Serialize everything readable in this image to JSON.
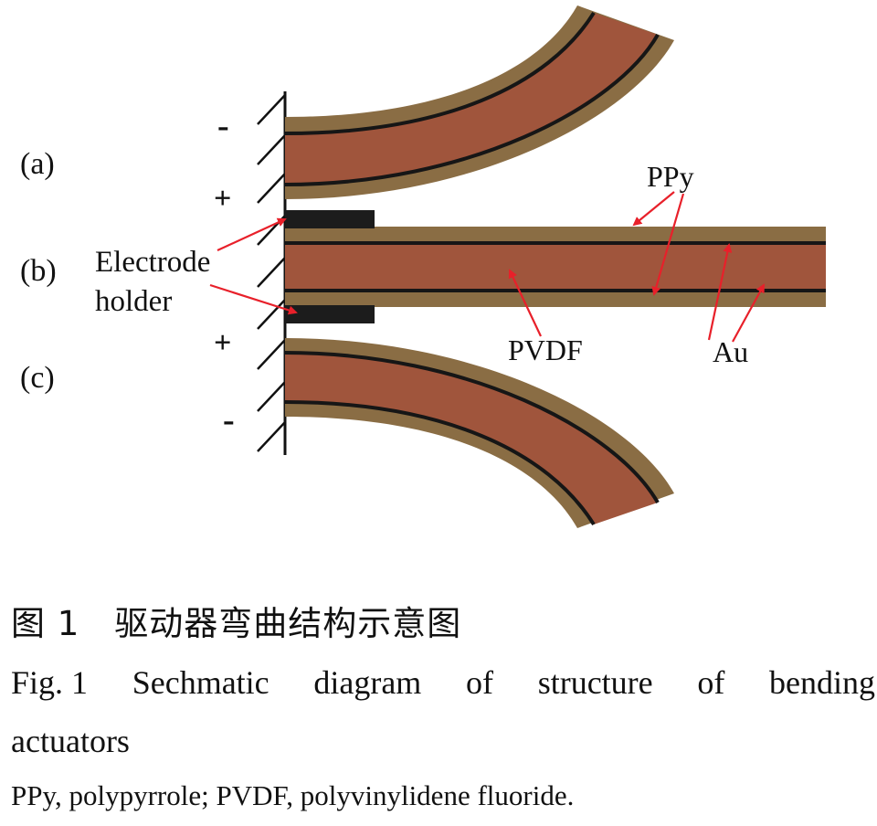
{
  "panels": {
    "a": "(a)",
    "b": "(b)",
    "c": "(c)"
  },
  "polarity": {
    "a_top": "-",
    "a_bottom": "+",
    "c_top": "+",
    "c_bottom": "-"
  },
  "labels": {
    "ppy": "PPy",
    "electrode_line1": "Electrode",
    "electrode_line2": "holder",
    "pvdf": "PVDF",
    "au": "Au"
  },
  "caption": {
    "chinese": "图 1　驱动器弯曲结构示意图",
    "english_words": [
      "Fig. 1",
      "Sechmatic",
      "diagram",
      "of",
      "structure",
      "of",
      "bending"
    ],
    "english_line2": "actuators",
    "abbreviations": "PPy, polypyrrole; PVDF, polyvinylidene fluoride."
  },
  "colors": {
    "ppy_layer": "#8a6d44",
    "pvdf_layer": "#a0553c",
    "au_layer": "#161616",
    "electrode": "#1c1c1c",
    "arrow": "#e8202a"
  }
}
